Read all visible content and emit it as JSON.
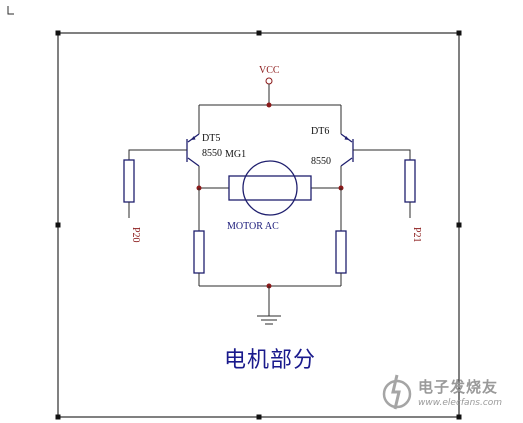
{
  "schematic": {
    "supply_label": "VCC",
    "transistor_left": {
      "designator": "DT5",
      "part": "8550"
    },
    "transistor_right": {
      "designator": "DT6",
      "part": "8550"
    },
    "motor": {
      "designator": "MG1",
      "value": "MOTOR AC"
    },
    "port_left": "P20",
    "port_right": "P21"
  },
  "title": "电机部分",
  "watermark": {
    "text": "电子发烧友",
    "url": "www.elecfans.com"
  },
  "colors": {
    "wire": "#2b2b2b",
    "part": "#1f1f6e",
    "net_label": "#8b1a1a",
    "title": "#1a1a8c"
  }
}
